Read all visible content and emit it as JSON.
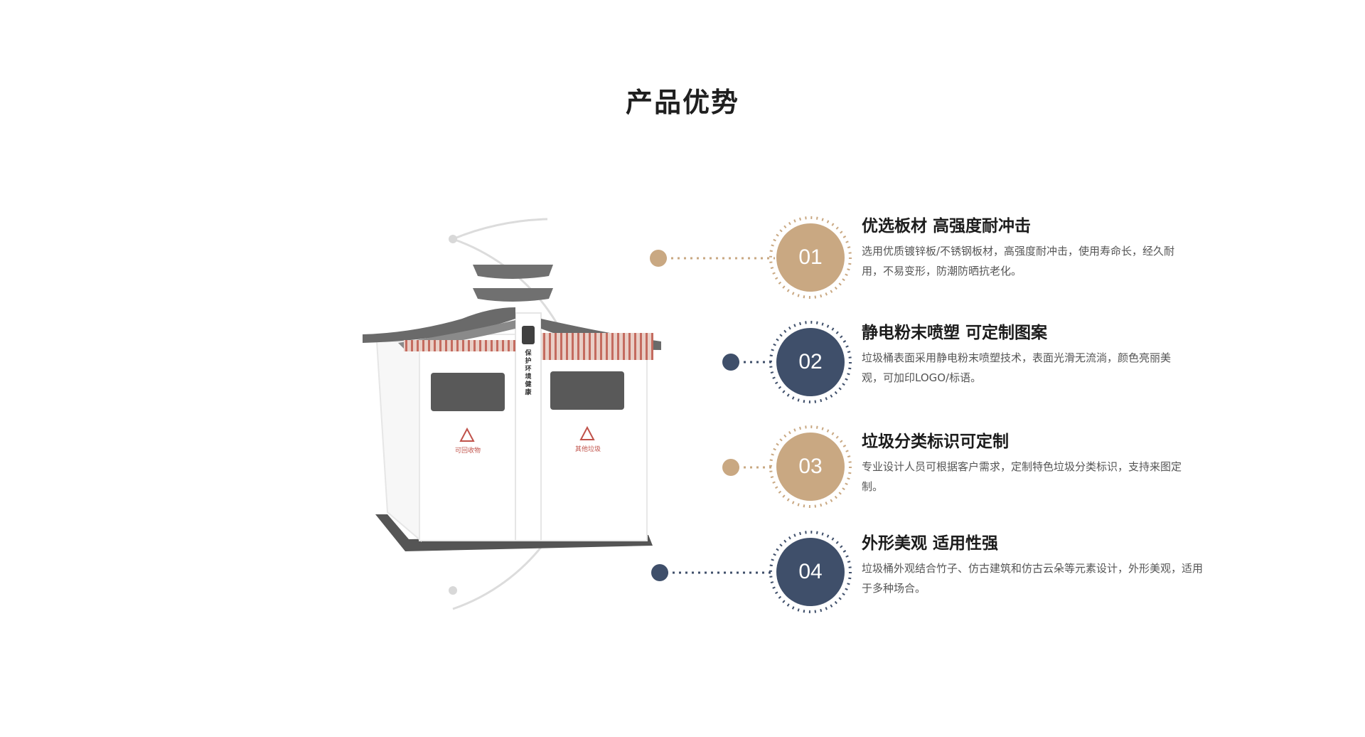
{
  "page": {
    "title": "产品优势"
  },
  "product": {
    "plaque_text": "保护环境健康",
    "left_bin_label": "可回收物",
    "right_bin_label": "其他垃圾"
  },
  "features": [
    {
      "number": "01",
      "title": "优选板材  高强度耐冲击",
      "description": "选用优质镀锌板/不锈钢板材，高强度耐冲击，使用寿命长，经久耐用，不易变形，防潮防晒抗老化。",
      "color": "#C9A882"
    },
    {
      "number": "02",
      "title": "静电粉末喷塑  可定制图案",
      "description": "垃圾桶表面采用静电粉末喷塑技术，表面光滑无流淌，颜色亮丽美观，可加印LOGO/标语。",
      "color": "#3F4F6A"
    },
    {
      "number": "03",
      "title": "垃圾分类标识可定制",
      "description": "专业设计人员可根据客户需求，定制特色垃圾分类标识，支持来图定制。",
      "color": "#C9A882"
    },
    {
      "number": "04",
      "title": "外形美观 适用性强",
      "description": "垃圾桶外观结合竹子、仿古建筑和仿古云朵等元素设计，外形美观，适用于多种场合。",
      "color": "#3F4F6A"
    }
  ]
}
